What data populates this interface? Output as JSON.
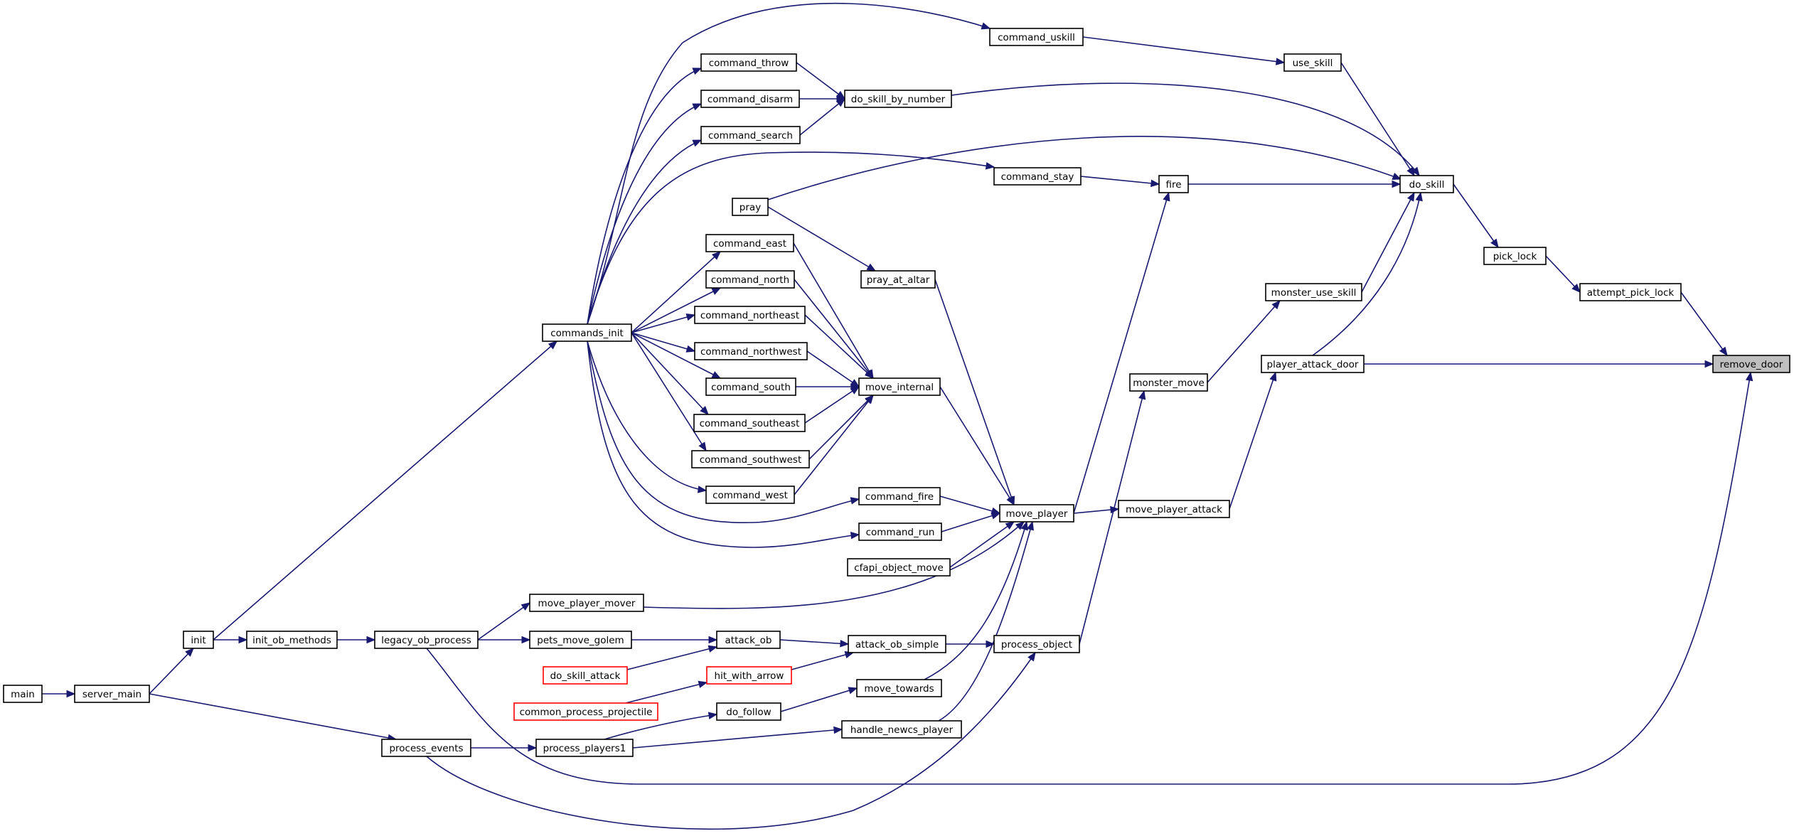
{
  "graph": {
    "type": "caller-graph",
    "colors": {
      "edge": "#191970",
      "node_border": "#000000",
      "node_fill": "#ffffff",
      "focus_node_fill": "#bfbfbf",
      "truncated_node_border": "#ff0000"
    },
    "focus_node": "remove_door",
    "nodes": [
      {
        "id": "remove_door",
        "label": "remove_door",
        "style": "highlight"
      },
      {
        "id": "attempt_pick_lock",
        "label": "attempt_pick_lock",
        "style": "normal"
      },
      {
        "id": "pick_lock",
        "label": "pick_lock",
        "style": "normal"
      },
      {
        "id": "do_skill",
        "label": "do_skill",
        "style": "normal"
      },
      {
        "id": "use_skill",
        "label": "use_skill",
        "style": "normal"
      },
      {
        "id": "command_uskill",
        "label": "command_uskill",
        "style": "normal"
      },
      {
        "id": "do_skill_by_number",
        "label": "do_skill_by_number",
        "style": "normal"
      },
      {
        "id": "command_throw",
        "label": "command_throw",
        "style": "normal"
      },
      {
        "id": "command_disarm",
        "label": "command_disarm",
        "style": "normal"
      },
      {
        "id": "command_search",
        "label": "command_search",
        "style": "normal"
      },
      {
        "id": "fire",
        "label": "fire",
        "style": "normal"
      },
      {
        "id": "command_stay",
        "label": "command_stay",
        "style": "normal"
      },
      {
        "id": "pray",
        "label": "pray",
        "style": "normal"
      },
      {
        "id": "pray_at_altar",
        "label": "pray_at_altar",
        "style": "normal"
      },
      {
        "id": "monster_use_skill",
        "label": "monster_use_skill",
        "style": "normal"
      },
      {
        "id": "monster_move",
        "label": "monster_move",
        "style": "normal"
      },
      {
        "id": "player_attack_door",
        "label": "player_attack_door",
        "style": "normal"
      },
      {
        "id": "move_player_attack",
        "label": "move_player_attack",
        "style": "normal"
      },
      {
        "id": "move_player",
        "label": "move_player",
        "style": "normal"
      },
      {
        "id": "move_internal",
        "label": "move_internal",
        "style": "normal"
      },
      {
        "id": "command_east",
        "label": "command_east",
        "style": "normal"
      },
      {
        "id": "command_north",
        "label": "command_north",
        "style": "normal"
      },
      {
        "id": "command_northeast",
        "label": "command_northeast",
        "style": "normal"
      },
      {
        "id": "command_northwest",
        "label": "command_northwest",
        "style": "normal"
      },
      {
        "id": "command_south",
        "label": "command_south",
        "style": "normal"
      },
      {
        "id": "command_southeast",
        "label": "command_southeast",
        "style": "normal"
      },
      {
        "id": "command_southwest",
        "label": "command_southwest",
        "style": "normal"
      },
      {
        "id": "command_west",
        "label": "command_west",
        "style": "normal"
      },
      {
        "id": "command_fire",
        "label": "command_fire",
        "style": "normal"
      },
      {
        "id": "command_run",
        "label": "command_run",
        "style": "normal"
      },
      {
        "id": "cfapi_object_move",
        "label": "cfapi_object_move",
        "style": "normal"
      },
      {
        "id": "commands_init",
        "label": "commands_init",
        "style": "normal"
      },
      {
        "id": "init",
        "label": "init",
        "style": "normal"
      },
      {
        "id": "init_ob_methods",
        "label": "init_ob_methods",
        "style": "normal"
      },
      {
        "id": "legacy_ob_process",
        "label": "legacy_ob_process",
        "style": "normal"
      },
      {
        "id": "move_player_mover",
        "label": "move_player_mover",
        "style": "normal"
      },
      {
        "id": "pets_move_golem",
        "label": "pets_move_golem",
        "style": "normal"
      },
      {
        "id": "attack_ob",
        "label": "attack_ob",
        "style": "normal"
      },
      {
        "id": "attack_ob_simple",
        "label": "attack_ob_simple",
        "style": "normal"
      },
      {
        "id": "process_object",
        "label": "process_object",
        "style": "normal"
      },
      {
        "id": "do_skill_attack",
        "label": "do_skill_attack",
        "style": "truncated"
      },
      {
        "id": "hit_with_arrow",
        "label": "hit_with_arrow",
        "style": "truncated"
      },
      {
        "id": "common_process_projectile",
        "label": "common_process_projectile",
        "style": "truncated"
      },
      {
        "id": "move_towards",
        "label": "move_towards",
        "style": "normal"
      },
      {
        "id": "do_follow",
        "label": "do_follow",
        "style": "normal"
      },
      {
        "id": "handle_newcs_player",
        "label": "handle_newcs_player",
        "style": "normal"
      },
      {
        "id": "process_players1",
        "label": "process_players1",
        "style": "normal"
      },
      {
        "id": "process_events",
        "label": "process_events",
        "style": "normal"
      },
      {
        "id": "server_main",
        "label": "server_main",
        "style": "normal"
      },
      {
        "id": "main",
        "label": "main",
        "style": "normal"
      }
    ],
    "edges": [
      {
        "from": "attempt_pick_lock",
        "to": "remove_door"
      },
      {
        "from": "player_attack_door",
        "to": "remove_door"
      },
      {
        "from": "legacy_ob_process",
        "to": "remove_door"
      },
      {
        "from": "pick_lock",
        "to": "attempt_pick_lock"
      },
      {
        "from": "do_skill",
        "to": "pick_lock"
      },
      {
        "from": "use_skill",
        "to": "do_skill"
      },
      {
        "from": "do_skill_by_number",
        "to": "do_skill"
      },
      {
        "from": "pray",
        "to": "do_skill"
      },
      {
        "from": "fire",
        "to": "do_skill"
      },
      {
        "from": "monster_use_skill",
        "to": "do_skill"
      },
      {
        "from": "player_attack_door",
        "to": "do_skill"
      },
      {
        "from": "command_uskill",
        "to": "use_skill"
      },
      {
        "from": "command_throw",
        "to": "do_skill_by_number"
      },
      {
        "from": "command_disarm",
        "to": "do_skill_by_number"
      },
      {
        "from": "command_search",
        "to": "do_skill_by_number"
      },
      {
        "from": "command_stay",
        "to": "fire"
      },
      {
        "from": "move_player",
        "to": "fire"
      },
      {
        "from": "pray",
        "to": "pray_at_altar"
      },
      {
        "from": "monster_move",
        "to": "monster_use_skill"
      },
      {
        "from": "process_object",
        "to": "monster_move"
      },
      {
        "from": "move_player_attack",
        "to": "player_attack_door"
      },
      {
        "from": "move_player",
        "to": "move_player_attack"
      },
      {
        "from": "pray_at_altar",
        "to": "move_player"
      },
      {
        "from": "move_internal",
        "to": "move_player"
      },
      {
        "from": "command_fire",
        "to": "move_player"
      },
      {
        "from": "command_run",
        "to": "move_player"
      },
      {
        "from": "cfapi_object_move",
        "to": "move_player"
      },
      {
        "from": "move_player_mover",
        "to": "move_player"
      },
      {
        "from": "move_towards",
        "to": "move_player"
      },
      {
        "from": "handle_newcs_player",
        "to": "move_player"
      },
      {
        "from": "command_east",
        "to": "move_internal"
      },
      {
        "from": "command_north",
        "to": "move_internal"
      },
      {
        "from": "command_northeast",
        "to": "move_internal"
      },
      {
        "from": "command_northwest",
        "to": "move_internal"
      },
      {
        "from": "command_south",
        "to": "move_internal"
      },
      {
        "from": "command_southeast",
        "to": "move_internal"
      },
      {
        "from": "command_southwest",
        "to": "move_internal"
      },
      {
        "from": "command_west",
        "to": "move_internal"
      },
      {
        "from": "commands_init",
        "to": "command_uskill"
      },
      {
        "from": "commands_init",
        "to": "command_throw"
      },
      {
        "from": "commands_init",
        "to": "command_disarm"
      },
      {
        "from": "commands_init",
        "to": "command_search"
      },
      {
        "from": "commands_init",
        "to": "command_stay"
      },
      {
        "from": "commands_init",
        "to": "command_east"
      },
      {
        "from": "commands_init",
        "to": "command_north"
      },
      {
        "from": "commands_init",
        "to": "command_northeast"
      },
      {
        "from": "commands_init",
        "to": "command_northwest"
      },
      {
        "from": "commands_init",
        "to": "command_south"
      },
      {
        "from": "commands_init",
        "to": "command_southeast"
      },
      {
        "from": "commands_init",
        "to": "command_southwest"
      },
      {
        "from": "commands_init",
        "to": "command_west"
      },
      {
        "from": "commands_init",
        "to": "command_fire"
      },
      {
        "from": "commands_init",
        "to": "command_run"
      },
      {
        "from": "init",
        "to": "commands_init"
      },
      {
        "from": "init",
        "to": "init_ob_methods"
      },
      {
        "from": "init_ob_methods",
        "to": "legacy_ob_process"
      },
      {
        "from": "legacy_ob_process",
        "to": "move_player_mover"
      },
      {
        "from": "legacy_ob_process",
        "to": "pets_move_golem"
      },
      {
        "from": "pets_move_golem",
        "to": "attack_ob"
      },
      {
        "from": "do_skill_attack",
        "to": "attack_ob"
      },
      {
        "from": "attack_ob",
        "to": "attack_ob_simple"
      },
      {
        "from": "hit_with_arrow",
        "to": "attack_ob_simple"
      },
      {
        "from": "attack_ob_simple",
        "to": "process_object"
      },
      {
        "from": "common_process_projectile",
        "to": "hit_with_arrow"
      },
      {
        "from": "do_follow",
        "to": "move_towards"
      },
      {
        "from": "process_players1",
        "to": "do_follow"
      },
      {
        "from": "process_players1",
        "to": "handle_newcs_player"
      },
      {
        "from": "process_events",
        "to": "process_players1"
      },
      {
        "from": "process_events",
        "to": "process_object"
      },
      {
        "from": "server_main",
        "to": "init"
      },
      {
        "from": "server_main",
        "to": "process_events"
      },
      {
        "from": "main",
        "to": "server_main"
      }
    ]
  }
}
